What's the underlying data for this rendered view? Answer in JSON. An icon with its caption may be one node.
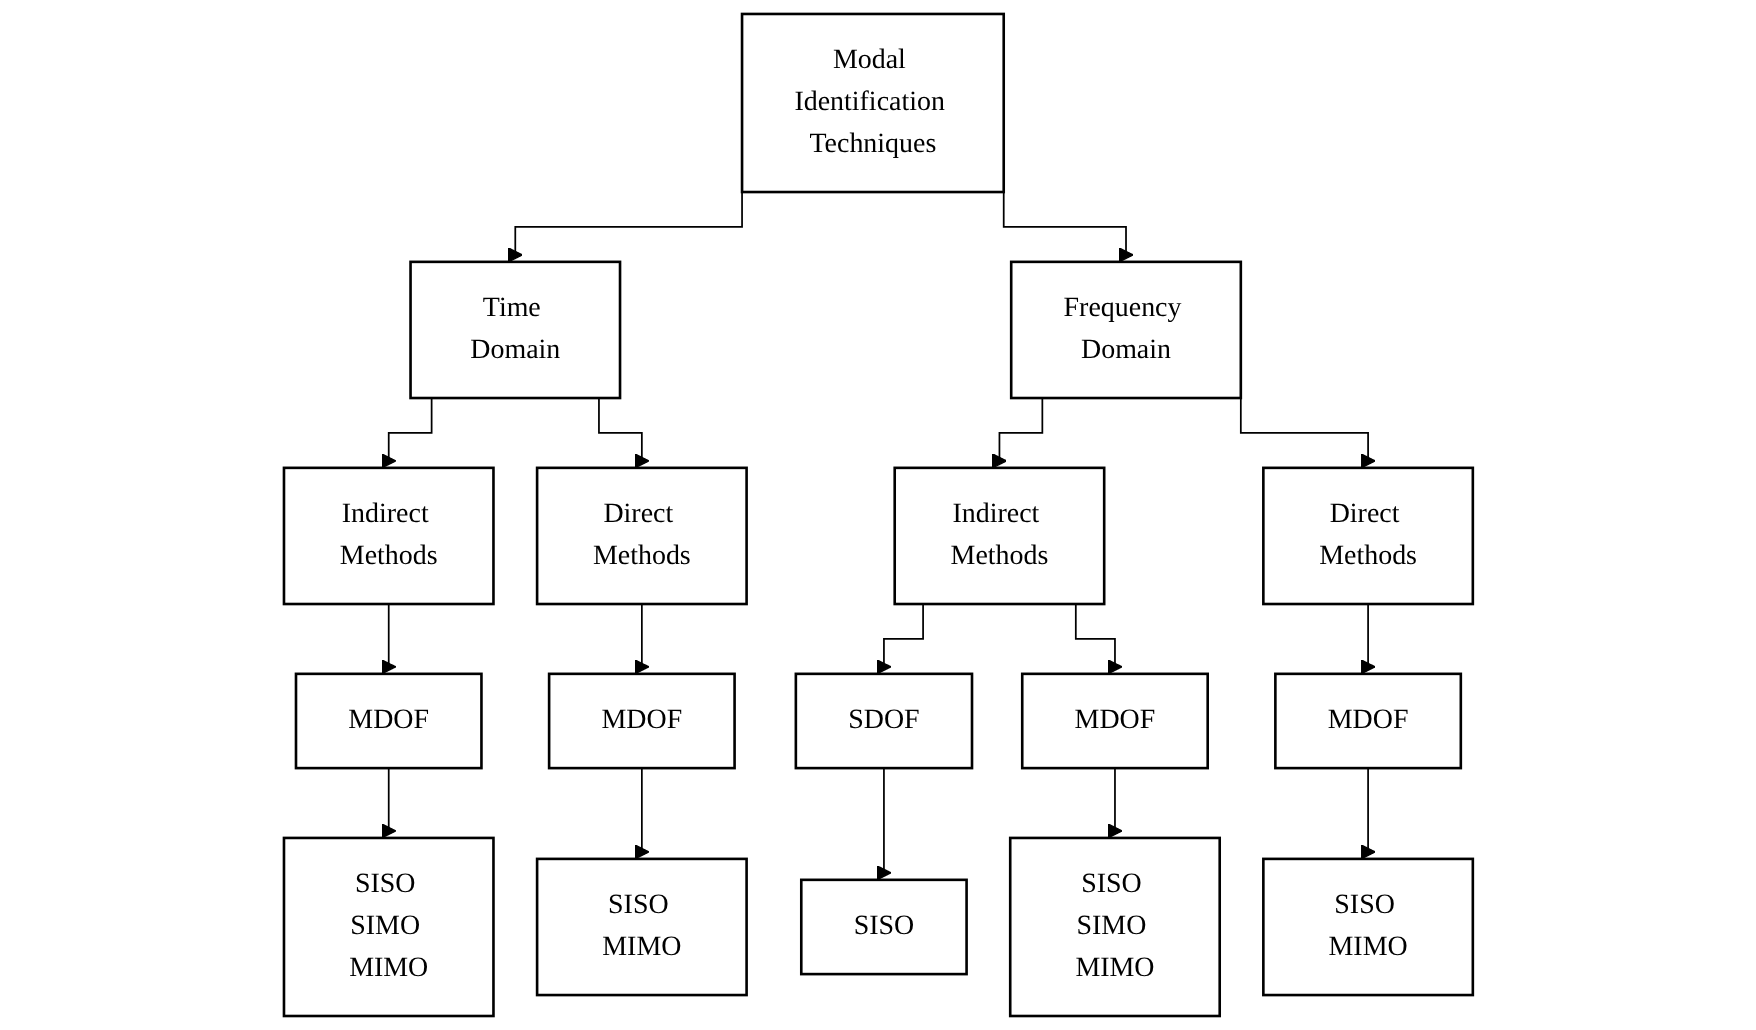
{
  "diagram": {
    "nodes": [
      {
        "text": [
          "Modal Identification Techniques"
        ]
      },
      {
        "text": [
          "Time Domain"
        ]
      },
      {
        "text": [
          "Frequency Domain"
        ]
      },
      {
        "text": [
          "Indirect Methods"
        ]
      },
      {
        "text": [
          "Direct Methods"
        ]
      },
      {
        "text": [
          "Indirect Methods"
        ]
      },
      {
        "text": [
          "Direct Methods"
        ]
      },
      {
        "text": [
          "MDOF"
        ]
      },
      {
        "text": [
          "MDOF"
        ]
      },
      {
        "text": [
          "SDOF"
        ]
      },
      {
        "text": [
          "MDOF"
        ]
      },
      {
        "text": [
          "MDOF"
        ]
      },
      {
        "text": [
          "SISO SIMO MIMO"
        ]
      },
      {
        "text": [
          "SISO MIMO"
        ]
      },
      {
        "text": [
          "SISO"
        ]
      },
      {
        "text": [
          "SISO SIMO MIMO"
        ]
      },
      {
        "text": [
          "SISO MIMO"
        ]
      }
    ],
    "edges": [
      {
        "from": 0,
        "to": 1,
        "arrow": "to"
      },
      {
        "from": 0,
        "to": 2,
        "arrow": "to"
      },
      {
        "from": 1,
        "to": 3,
        "arrow": "to"
      },
      {
        "from": 1,
        "to": 4,
        "arrow": "to"
      },
      {
        "from": 2,
        "to": 5,
        "arrow": "to"
      },
      {
        "from": 2,
        "to": 6,
        "arrow": "to"
      },
      {
        "from": 3,
        "to": 7,
        "arrow": "to"
      },
      {
        "from": 4,
        "to": 8,
        "arrow": "to"
      },
      {
        "from": 5,
        "to": 9,
        "arrow": "to"
      },
      {
        "from": 5,
        "to": 10,
        "arrow": "to"
      },
      {
        "from": 6,
        "to": 11,
        "arrow": "to"
      },
      {
        "from": 7,
        "to": 12,
        "arrow": "to"
      },
      {
        "from": 8,
        "to": 13,
        "arrow": "to"
      },
      {
        "from": 9,
        "to": 14,
        "arrow": "to"
      },
      {
        "from": 10,
        "to": 15,
        "arrow": "to"
      },
      {
        "from": 11,
        "to": 16,
        "arrow": "to"
      }
    ]
  }
}
